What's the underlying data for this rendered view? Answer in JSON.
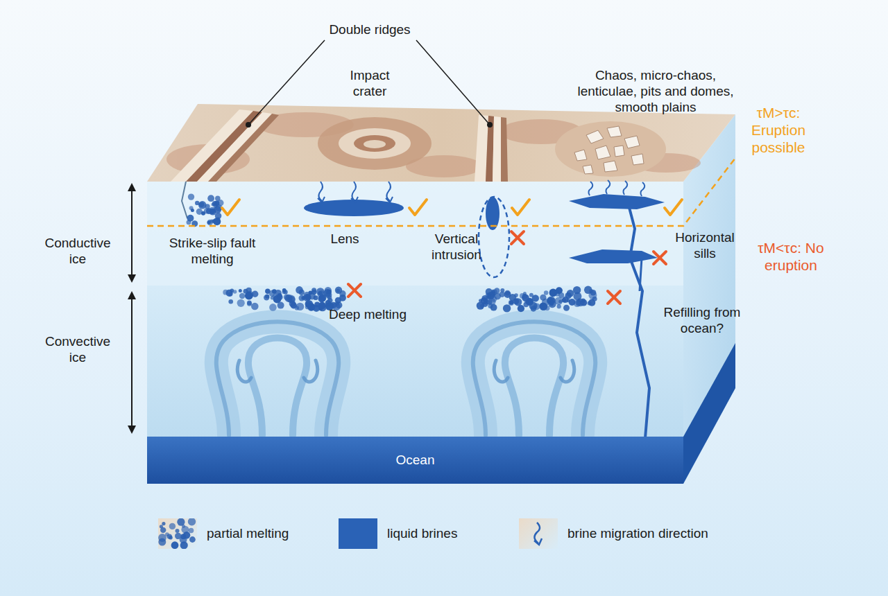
{
  "diagram": {
    "nodes": [
      {
        "text": [
          "Ocean"
        ]
      }
    ],
    "labels": [
      "Double ridges",
      "Impact crater",
      "Chaos, micro-chaos, lenticulae, pits and domes, smooth plains",
      "τM>τc: Eruption possible",
      "Conductive ice",
      "Convective ice",
      "Strike-slip fault melting",
      "Lens",
      "Vertical intrusion",
      "Horizontal sills",
      "τM<τc: No eruption",
      "Deep melting",
      "Refilling from ocean?"
    ],
    "legend": [
      {
        "text": "partial melting"
      },
      {
        "text": "liquid brines",
        "color": "#2a62b6"
      },
      {
        "text": "brine migration direction"
      }
    ]
  }
}
